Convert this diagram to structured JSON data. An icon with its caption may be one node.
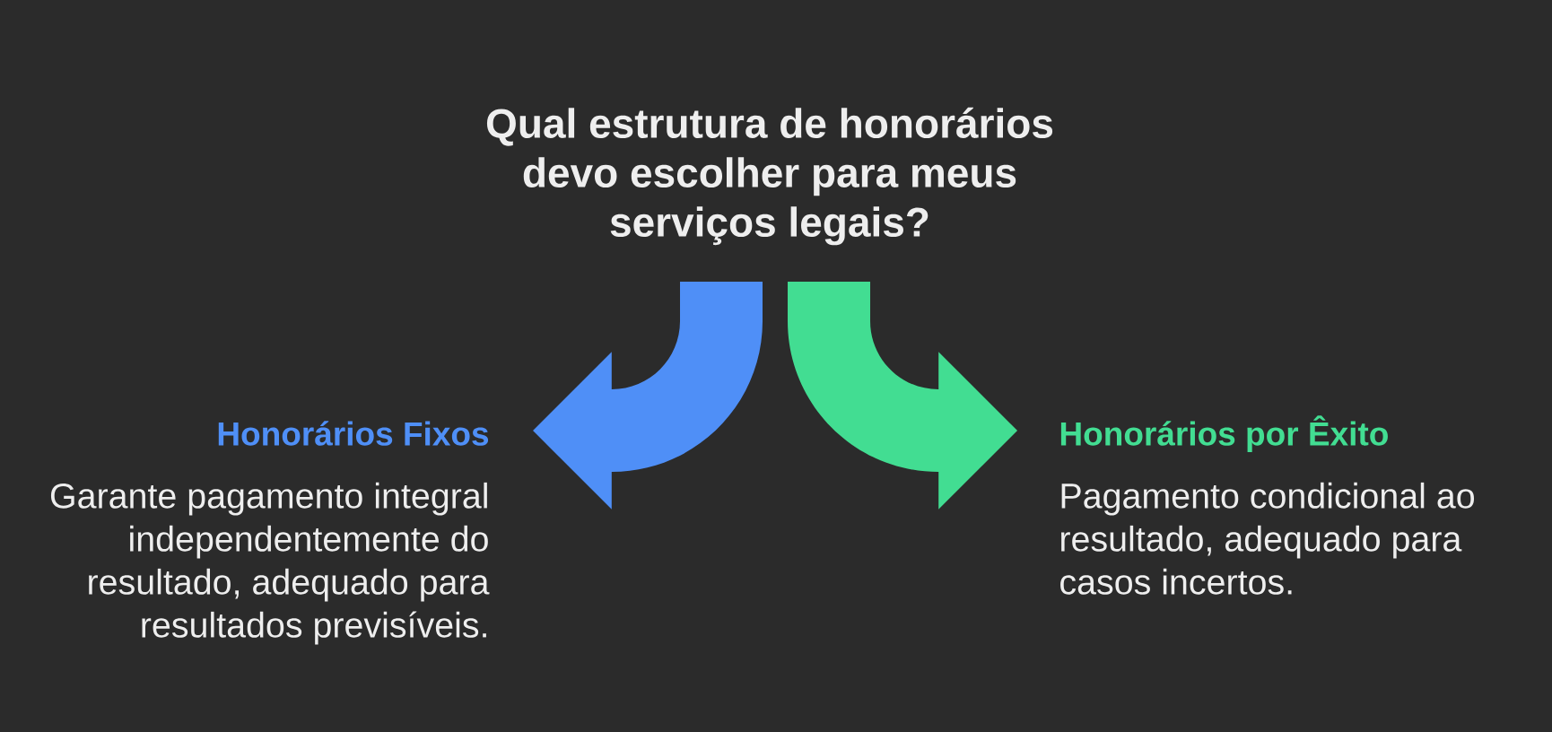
{
  "diagram": {
    "nodes": [
      {
        "text": [
          "Qual estrutura de honorários devo escolher para meus serviços legais?"
        ]
      },
      {
        "text": [
          "Honorários Fixos",
          "Garante pagamento integral independentemente do resultado, adequado para resultados previsíveis."
        ]
      },
      {
        "text": [
          "Honorários por Êxito",
          "Pagamento condicional ao resultado, adequado para casos incertos."
        ]
      }
    ],
    "edges": [
      {
        "from": 0,
        "to": 1,
        "arrow": "to",
        "color": "#4f8ff7"
      },
      {
        "from": 0,
        "to": 2,
        "arrow": "to",
        "color": "#42dd92"
      }
    ]
  }
}
